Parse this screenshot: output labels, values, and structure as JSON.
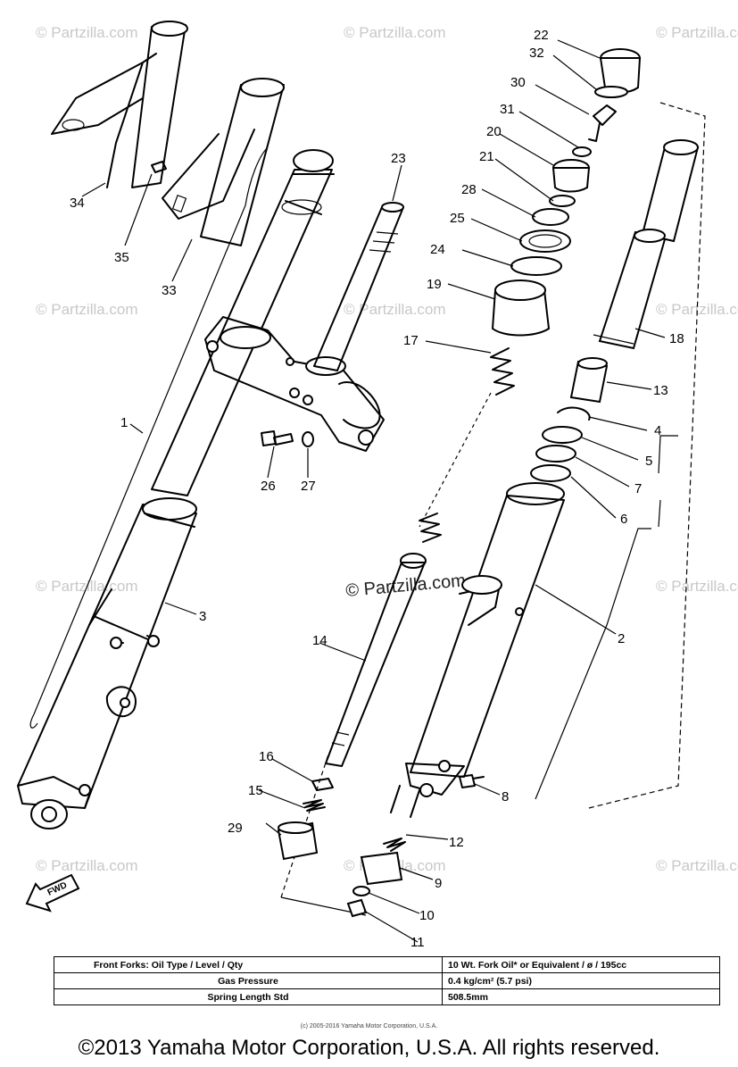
{
  "watermark": "© Partzilla.com",
  "callouts": [
    "22",
    "32",
    "30",
    "31",
    "20",
    "21",
    "28",
    "25",
    "24",
    "19",
    "23",
    "17",
    "18",
    "13",
    "4",
    "5",
    "7",
    "6",
    "2",
    "1",
    "3",
    "26",
    "27",
    "34",
    "35",
    "33",
    "14",
    "16",
    "15",
    "29",
    "12",
    "9",
    "10",
    "11",
    "8"
  ],
  "fwd_label": "FWD",
  "spec_table": [
    {
      "label": "Front Forks: Oil Type / Level / Qty",
      "value": "10 Wt. Fork Oil* or Equivalent / ø / 195cc"
    },
    {
      "label": "Gas Pressure",
      "value": "0.4 kg/cm² (5.7 psi)"
    },
    {
      "label": "Spring Length Std",
      "value": "508.5mm"
    }
  ],
  "small_copyright": "(c) 2005-2016 Yamaha Motor Corporation, U.S.A.",
  "copyright": "©2013 Yamaha Motor Corporation, U.S.A. All rights reserved."
}
